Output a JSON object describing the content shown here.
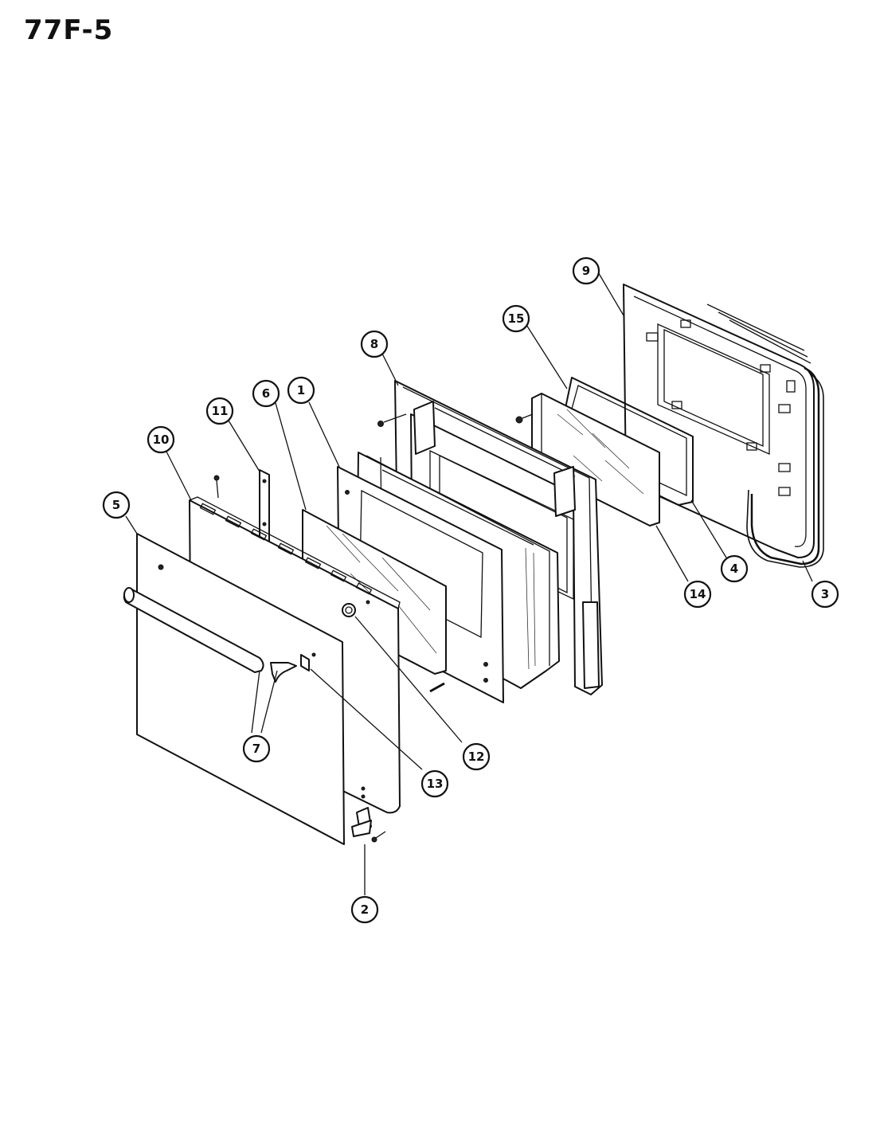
{
  "page": {
    "title": "77F-5"
  },
  "callouts": [
    {
      "id": "c1",
      "label": "1"
    },
    {
      "id": "c2",
      "label": "2"
    },
    {
      "id": "c3",
      "label": "3"
    },
    {
      "id": "c4",
      "label": "4"
    },
    {
      "id": "c5",
      "label": "5"
    },
    {
      "id": "c6",
      "label": "6"
    },
    {
      "id": "c7",
      "label": "7"
    },
    {
      "id": "c8",
      "label": "8"
    },
    {
      "id": "c9",
      "label": "9"
    },
    {
      "id": "c10",
      "label": "10"
    },
    {
      "id": "c11",
      "label": "11"
    },
    {
      "id": "c12",
      "label": "12"
    },
    {
      "id": "c13",
      "label": "13"
    },
    {
      "id": "c14",
      "label": "14"
    },
    {
      "id": "c15",
      "label": "15"
    }
  ]
}
